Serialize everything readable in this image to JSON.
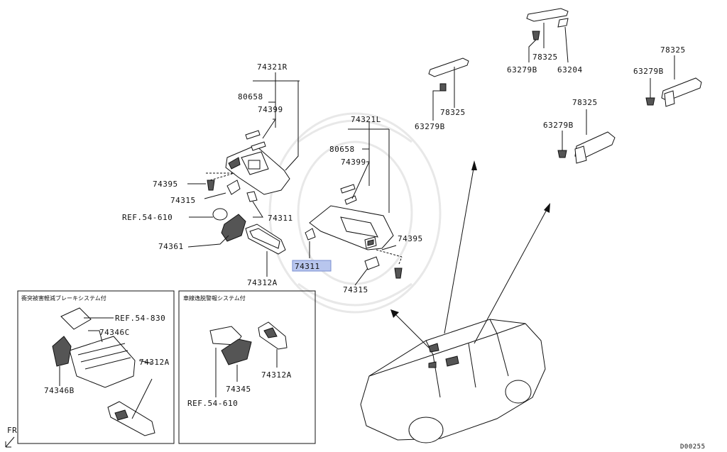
{
  "labels": {
    "p74321R": "74321R",
    "p80658_r": "80658",
    "p74399_r": "74399",
    "p74395_l": "74395",
    "p74315_l": "74315",
    "ref5461_a": "REF.54-610",
    "p74311_l": "74311",
    "p74361": "74361",
    "p74312A_a": "74312A",
    "p74321L": "74321L",
    "p80658_l": "80658",
    "p74399_l": "74399",
    "p74395_r": "74395",
    "p74311_sel": "74311",
    "p74315_r": "74315",
    "p78325_a": "78325",
    "p63279B_a": "63279B",
    "p78325_b": "78325",
    "p63279B_b": "63279B",
    "p63204": "63204",
    "p78325_c": "78325",
    "p63279B_c": "63279B",
    "p78325_d": "78325",
    "p63279B_d": "63279B",
    "ref5483": "REF.54-830",
    "p74346C": "74346C",
    "p74312A_b": "74312A",
    "p74346B": "74346B",
    "p74345": "74345",
    "p74312A_c": "74312A",
    "ref5461_b": "REF.54-610"
  },
  "boxes": {
    "left_title": "衝突被害軽減ブレーキシステム付",
    "right_title": "車線逸脱警報システム付"
  },
  "fr_label": "FR",
  "diagram_code": "D00255",
  "colors": {
    "highlight": "#b8c6ee"
  }
}
